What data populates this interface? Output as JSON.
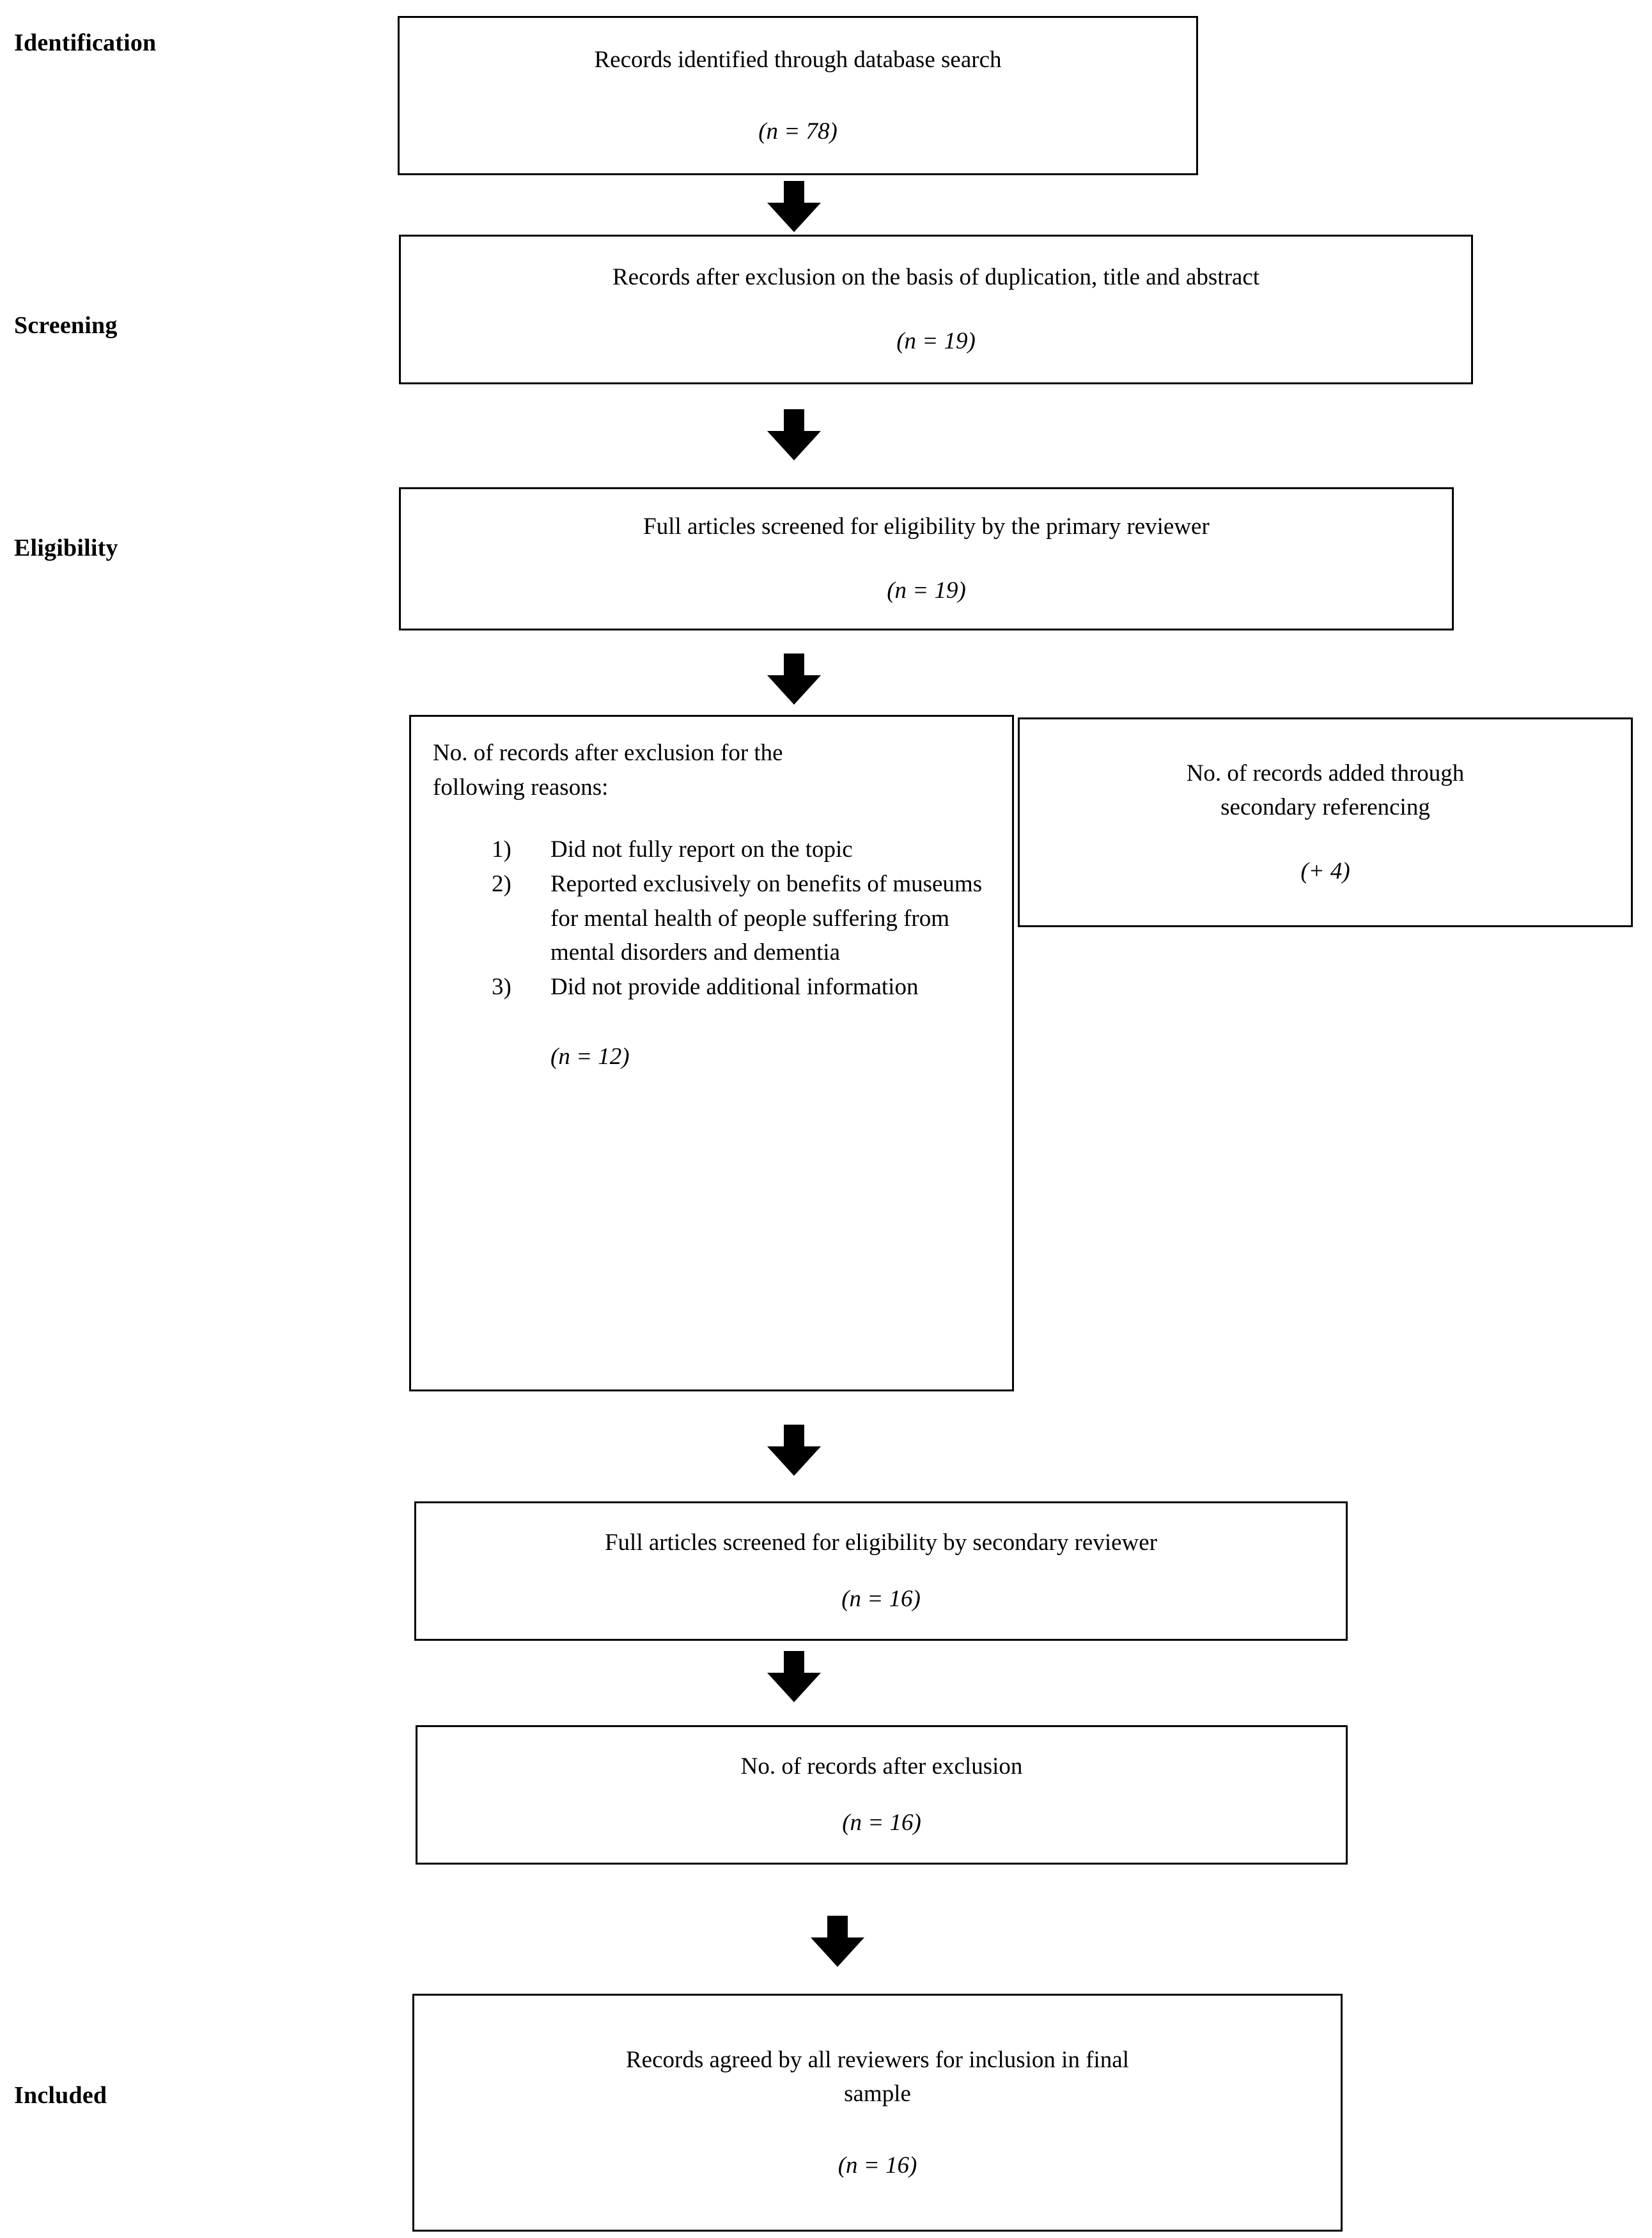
{
  "diagram": {
    "type": "prisma-flow-diagram",
    "stages": [
      {
        "key": "identification",
        "label": "Identification"
      },
      {
        "key": "screening",
        "label": "Screening"
      },
      {
        "key": "eligibility",
        "label": "Eligibility"
      },
      {
        "key": "included",
        "label": "Included"
      }
    ],
    "boxes": [
      {
        "id": "identified",
        "stage": "identification",
        "title": "Records identified through database search",
        "count_label": "(n = 78)",
        "count_prefix": "(",
        "count_symbol": "n",
        "count_value": " = 78)"
      },
      {
        "id": "after-duplication",
        "stage": "screening",
        "title": "Records after exclusion on the basis of duplication, title and abstract",
        "count_label": "(n = 19)",
        "count_symbol": "n",
        "count_value": " = 19)"
      },
      {
        "id": "full-articles-primary",
        "stage": "eligibility",
        "title": "Full articles screened for eligibility by the primary reviewer",
        "count_label": "(n = 19)",
        "count_symbol": "n",
        "count_value": " = 19)"
      },
      {
        "id": "exclusion-reasons",
        "stage": "eligibility",
        "title_line1": "No. of records after exclusion for the",
        "title_line2": "following reasons:",
        "reasons": [
          "Did not fully report on the topic",
          "Reported exclusively on benefits of museums for mental health of people suffering from mental disorders and dementia",
          "Did not provide additional information"
        ],
        "count_label": "(n = 12)",
        "count_symbol": "n",
        "count_value": " = 12)"
      },
      {
        "id": "secondary-referencing",
        "stage": "eligibility",
        "title_line1": "No. of records added through",
        "title_line2": "secondary referencing",
        "count_label": "(+ 4)"
      },
      {
        "id": "full-articles-secondary",
        "stage": "eligibility",
        "title": "Full articles screened for eligibility by secondary reviewer",
        "count_label": "(n = 16)",
        "count_symbol": "n",
        "count_value": " = 16)"
      },
      {
        "id": "records-after-exclusion",
        "stage": "eligibility",
        "title": "No. of records after exclusion",
        "count_label": "(n = 16)",
        "count_symbol": "n",
        "count_value": " = 16)"
      },
      {
        "id": "final-included",
        "stage": "included",
        "title_line1": "Records agreed by all reviewers for inclusion in final",
        "title_line2": "sample",
        "count_label": "(n = 16)",
        "count_symbol": "n",
        "count_value": " = 16)"
      }
    ],
    "arrows": [
      {
        "id": "arrow-1",
        "from": "identified",
        "to": "after-duplication"
      },
      {
        "id": "arrow-2",
        "from": "after-duplication",
        "to": "full-articles-primary"
      },
      {
        "id": "arrow-3",
        "from": "full-articles-primary",
        "to": "exclusion-reasons"
      },
      {
        "id": "arrow-4",
        "from": "exclusion-reasons",
        "to": "full-articles-secondary"
      },
      {
        "id": "arrow-5",
        "from": "full-articles-secondary",
        "to": "records-after-exclusion"
      },
      {
        "id": "arrow-6",
        "from": "records-after-exclusion",
        "to": "final-included"
      }
    ],
    "colors": {
      "border": "#000000",
      "text": "#000000",
      "background": "#ffffff",
      "arrow": "#000000"
    }
  }
}
